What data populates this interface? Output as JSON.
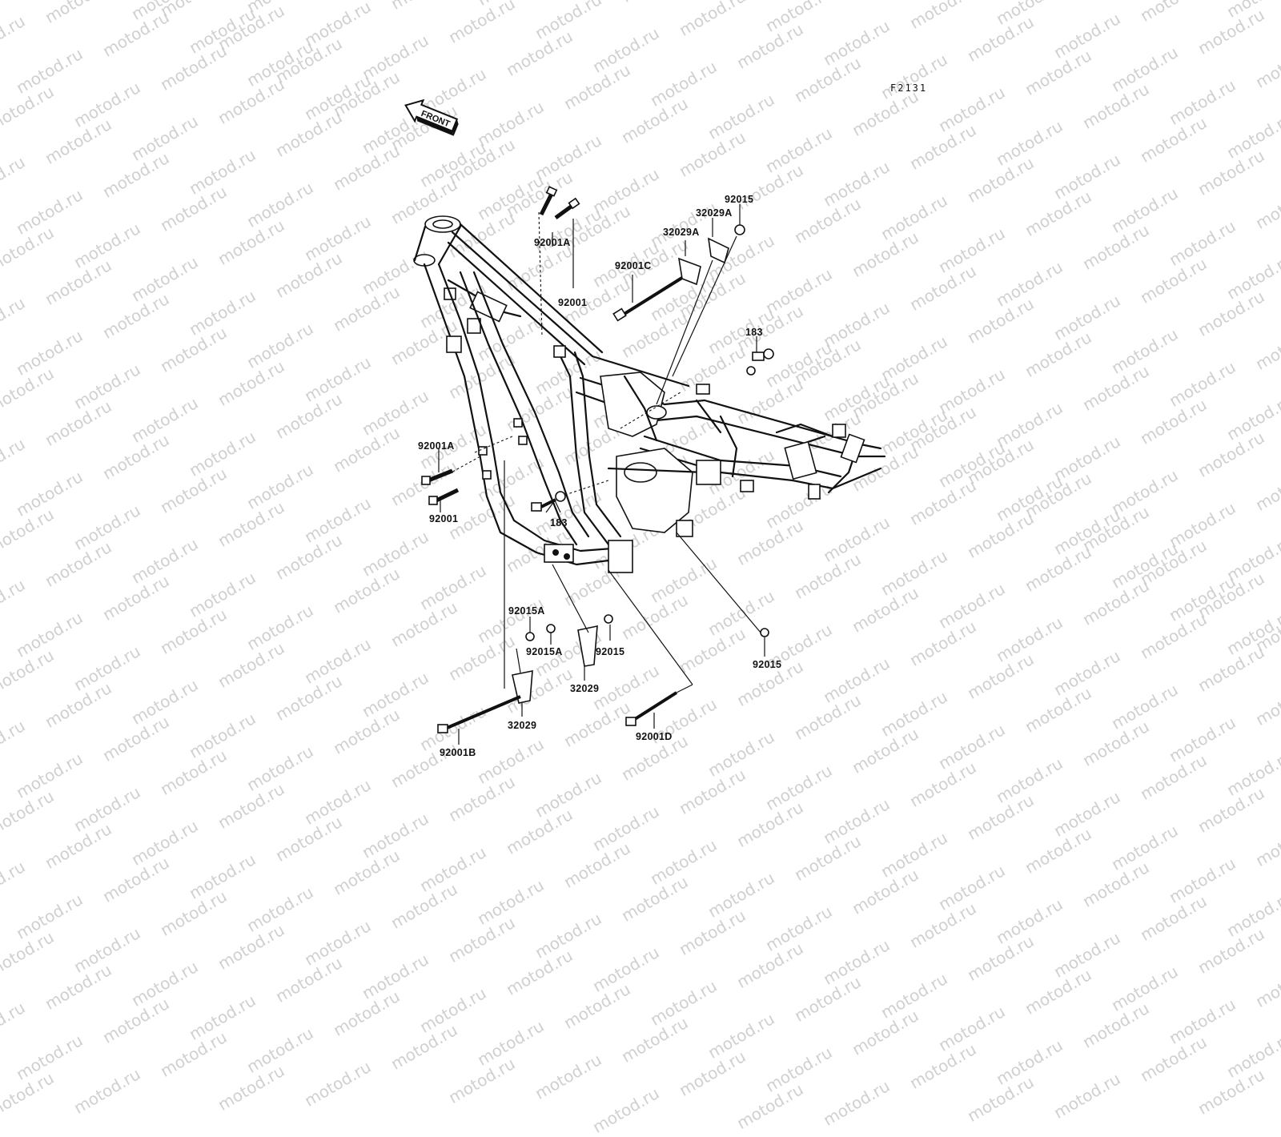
{
  "diagram": {
    "figure_code": "F2131",
    "front_arrow_label": "FRONT",
    "watermark_text": "motod.ru",
    "part_labels": {
      "p92001A_top": "92001A",
      "p92001_top": "92001",
      "p92001C": "92001C",
      "p32029A_left": "32029A",
      "p32029A_right": "32029A",
      "p92015_top": "92015",
      "p183_right": "183",
      "p92001A_left": "92001A",
      "p92001_left": "92001",
      "p183_center": "183",
      "p92015A_upper": "92015A",
      "p92015A_lower": "92015A",
      "p92015_mid": "92015",
      "p32029_right": "32029",
      "p32029_left": "32029",
      "p92001B": "92001B",
      "p92001D": "92001D",
      "p92015_right": "92015"
    }
  }
}
